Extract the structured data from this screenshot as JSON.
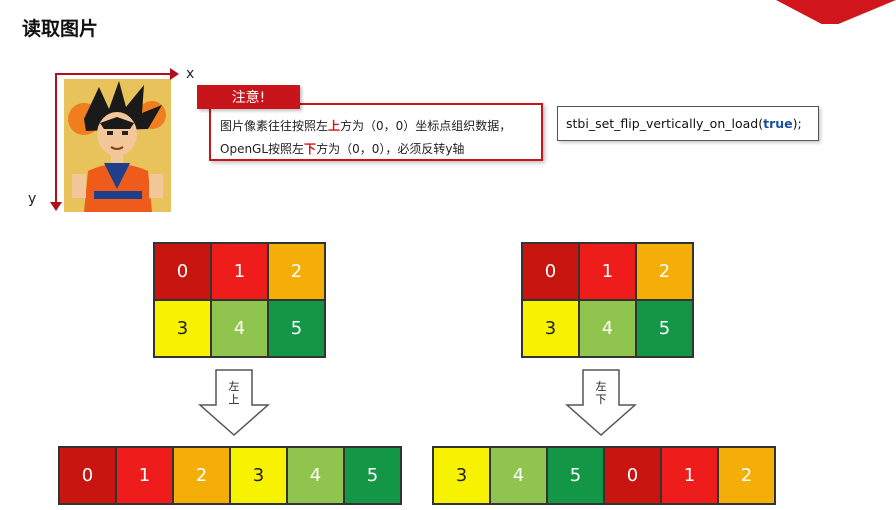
{
  "title": "读取图片",
  "axes": {
    "x": "x",
    "y": "y"
  },
  "note": {
    "tab": "注意!",
    "line1_a": "图片像素往往按照左",
    "line1_hl": "上",
    "line1_b": "方为（0，0）坐标点组织数据，",
    "line2_a": "OpenGL按照左",
    "line2_hl": "下",
    "line2_b": "方为（0，0），必须反转y轴"
  },
  "code": {
    "prefix": "stbi_set_flip_vertically_on_load(",
    "keyword": "true",
    "suffix": ");"
  },
  "colors": {
    "c0": "#c8150f",
    "c1": "#ee1c1a",
    "c2": "#f4ae07",
    "c3": "#f7f200",
    "c4": "#8fc54f",
    "c5": "#139747",
    "accent": "#c8151b"
  },
  "left_grid": [
    "0",
    "1",
    "2",
    "3",
    "4",
    "5"
  ],
  "right_grid": [
    "0",
    "1",
    "2",
    "3",
    "4",
    "5"
  ],
  "left_arrow": {
    "line1": "左",
    "line2": "上"
  },
  "right_arrow": {
    "line1": "左",
    "line2": "下"
  },
  "left_row": [
    "0",
    "1",
    "2",
    "3",
    "4",
    "5"
  ],
  "right_row": [
    "3",
    "4",
    "5",
    "0",
    "1",
    "2"
  ]
}
